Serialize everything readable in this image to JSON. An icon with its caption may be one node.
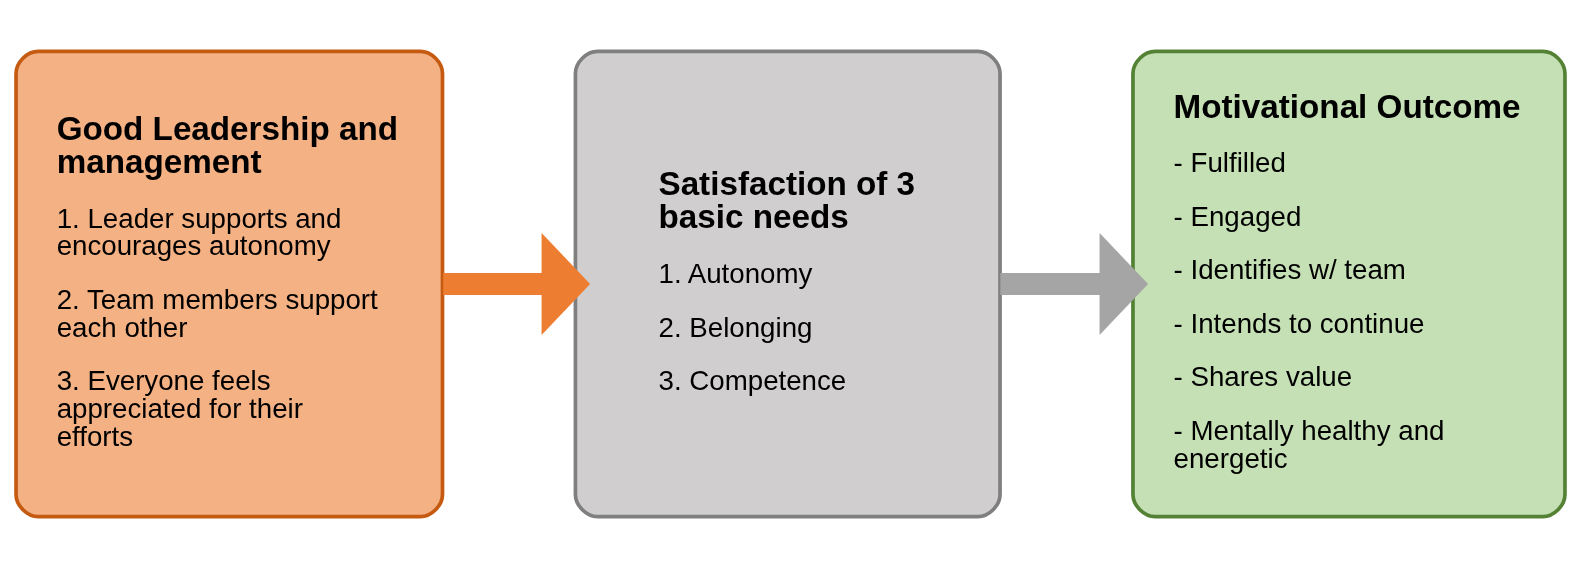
{
  "diagram": {
    "nodes": [
      {
        "text": [
          "Good Leadership and management",
          "1. Leader supports and encourages autonomy",
          "2. Team members support each other",
          "3. Everyone feels appreciated for their efforts"
        ]
      },
      {
        "text": [
          "Satisfaction of 3 basic needs",
          "1. Autonomy",
          "2. Belonging",
          "3. Competence"
        ]
      },
      {
        "text": [
          "Motivational Outcome",
          "- Fulfilled",
          "- Engaged",
          "- Identifies w/ team",
          "- Intends to continue",
          "- Shares value",
          "- Mentally healthy and energetic"
        ]
      }
    ],
    "edges": [
      {
        "from": 0,
        "to": 1,
        "arrow": "to",
        "color": "#ed7d31"
      },
      {
        "from": 1,
        "to": 2,
        "arrow": "to",
        "color": "#a5a5a5"
      }
    ]
  }
}
